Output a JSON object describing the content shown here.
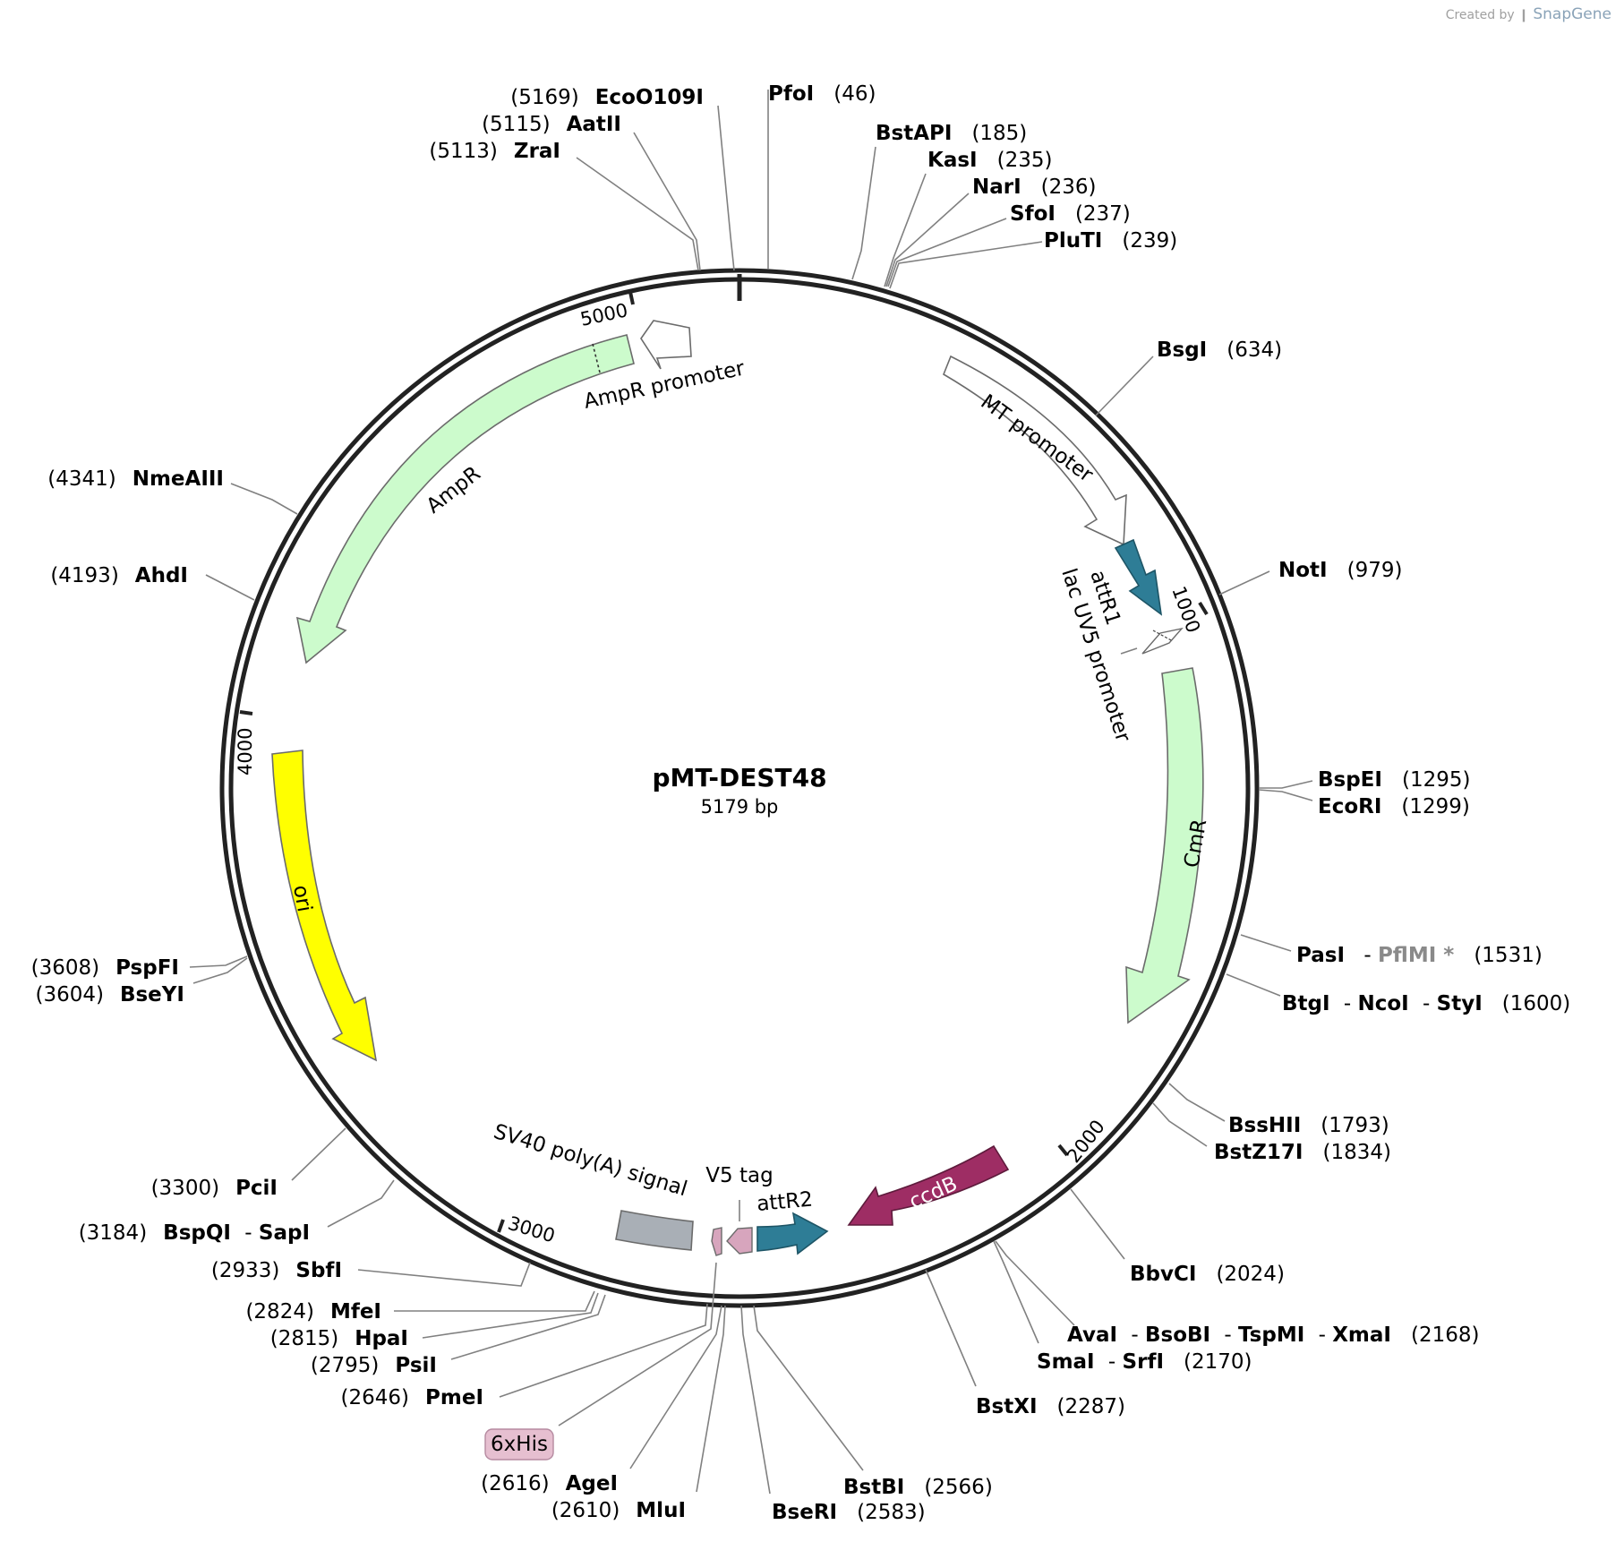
{
  "credit": {
    "prefix": "Created by",
    "brand": "SnapGene"
  },
  "plasmid": {
    "name": "pMT-DEST48",
    "length": "5179 bp"
  },
  "ticks": [
    "1000",
    "2000",
    "3000",
    "4000",
    "5000"
  ],
  "features": {
    "mt_promoter": "MT promoter",
    "attr1": "attR1",
    "lacuv5": "lac UV5 promoter",
    "cmr": "CmR",
    "ccdb": "ccdB",
    "attr2": "attR2",
    "v5tag": "V5 tag",
    "sv40": "SV40 poly(A) signal",
    "his": "6xHis",
    "ori": "ori",
    "ampr": "AmpR",
    "ampr_promoter": "AmpR promoter"
  },
  "sites": {
    "PfoI": {
      "name": "PfoI",
      "pos": "(46)"
    },
    "BstAPI": {
      "name": "BstAPI",
      "pos": "(185)"
    },
    "KasI": {
      "name": "KasI",
      "pos": "(235)"
    },
    "NarI": {
      "name": "NarI",
      "pos": "(236)"
    },
    "SfoI": {
      "name": "SfoI",
      "pos": "(237)"
    },
    "PluTI": {
      "name": "PluTI",
      "pos": "(239)"
    },
    "BsgI": {
      "name": "BsgI",
      "pos": "(634)"
    },
    "NotI": {
      "name": "NotI",
      "pos": "(979)"
    },
    "BspEI": {
      "name": "BspEI",
      "pos": "(1295)"
    },
    "EcoRI": {
      "name": "EcoRI",
      "pos": "(1299)"
    },
    "PasI": {
      "name": "PasI",
      "alt": "PflMI *",
      "pos": "(1531)"
    },
    "BtgI": {
      "name": "BtgI",
      "alt1": "NcoI",
      "alt2": "StyI",
      "pos": "(1600)"
    },
    "BssHII": {
      "name": "BssHII",
      "pos": "(1793)"
    },
    "BstZ17I": {
      "name": "BstZ17I",
      "pos": "(1834)"
    },
    "BbvCI": {
      "name": "BbvCI",
      "pos": "(2024)"
    },
    "AvaI": {
      "name": "AvaI",
      "alt1": "BsoBI",
      "alt2": "TspMI",
      "alt3": "XmaI",
      "pos": "(2168)"
    },
    "SmaI": {
      "name": "SmaI",
      "alt": "SrfI",
      "pos": "(2170)"
    },
    "BstXI": {
      "name": "BstXI",
      "pos": "(2287)"
    },
    "BstBI": {
      "name": "BstBI",
      "pos": "(2566)"
    },
    "BseRI": {
      "name": "BseRI",
      "pos": "(2583)"
    },
    "MluI": {
      "name": "MluI",
      "pos": "(2610)"
    },
    "AgeI": {
      "name": "AgeI",
      "pos": "(2616)"
    },
    "PmeI": {
      "name": "PmeI",
      "pos": "(2646)"
    },
    "PsiI": {
      "name": "PsiI",
      "pos": "(2795)"
    },
    "HpaI": {
      "name": "HpaI",
      "pos": "(2815)"
    },
    "MfeI": {
      "name": "MfeI",
      "pos": "(2824)"
    },
    "SbfI": {
      "name": "SbfI",
      "pos": "(2933)"
    },
    "BspQI": {
      "name": "BspQI",
      "alt": "SapI",
      "pos": "(3184)"
    },
    "PciI": {
      "name": "PciI",
      "pos": "(3300)"
    },
    "BseYI": {
      "name": "BseYI",
      "pos": "(3604)"
    },
    "PspFI": {
      "name": "PspFI",
      "pos": "(3608)"
    },
    "AhdI": {
      "name": "AhdI",
      "pos": "(4193)"
    },
    "NmeAIII": {
      "name": "NmeAIII",
      "pos": "(4341)"
    },
    "ZraI": {
      "name": "ZraI",
      "pos": "(5113)"
    },
    "AatII": {
      "name": "AatII",
      "pos": "(5115)"
    },
    "EcoO109I": {
      "name": "EcoO109I",
      "pos": "(5169)"
    }
  }
}
